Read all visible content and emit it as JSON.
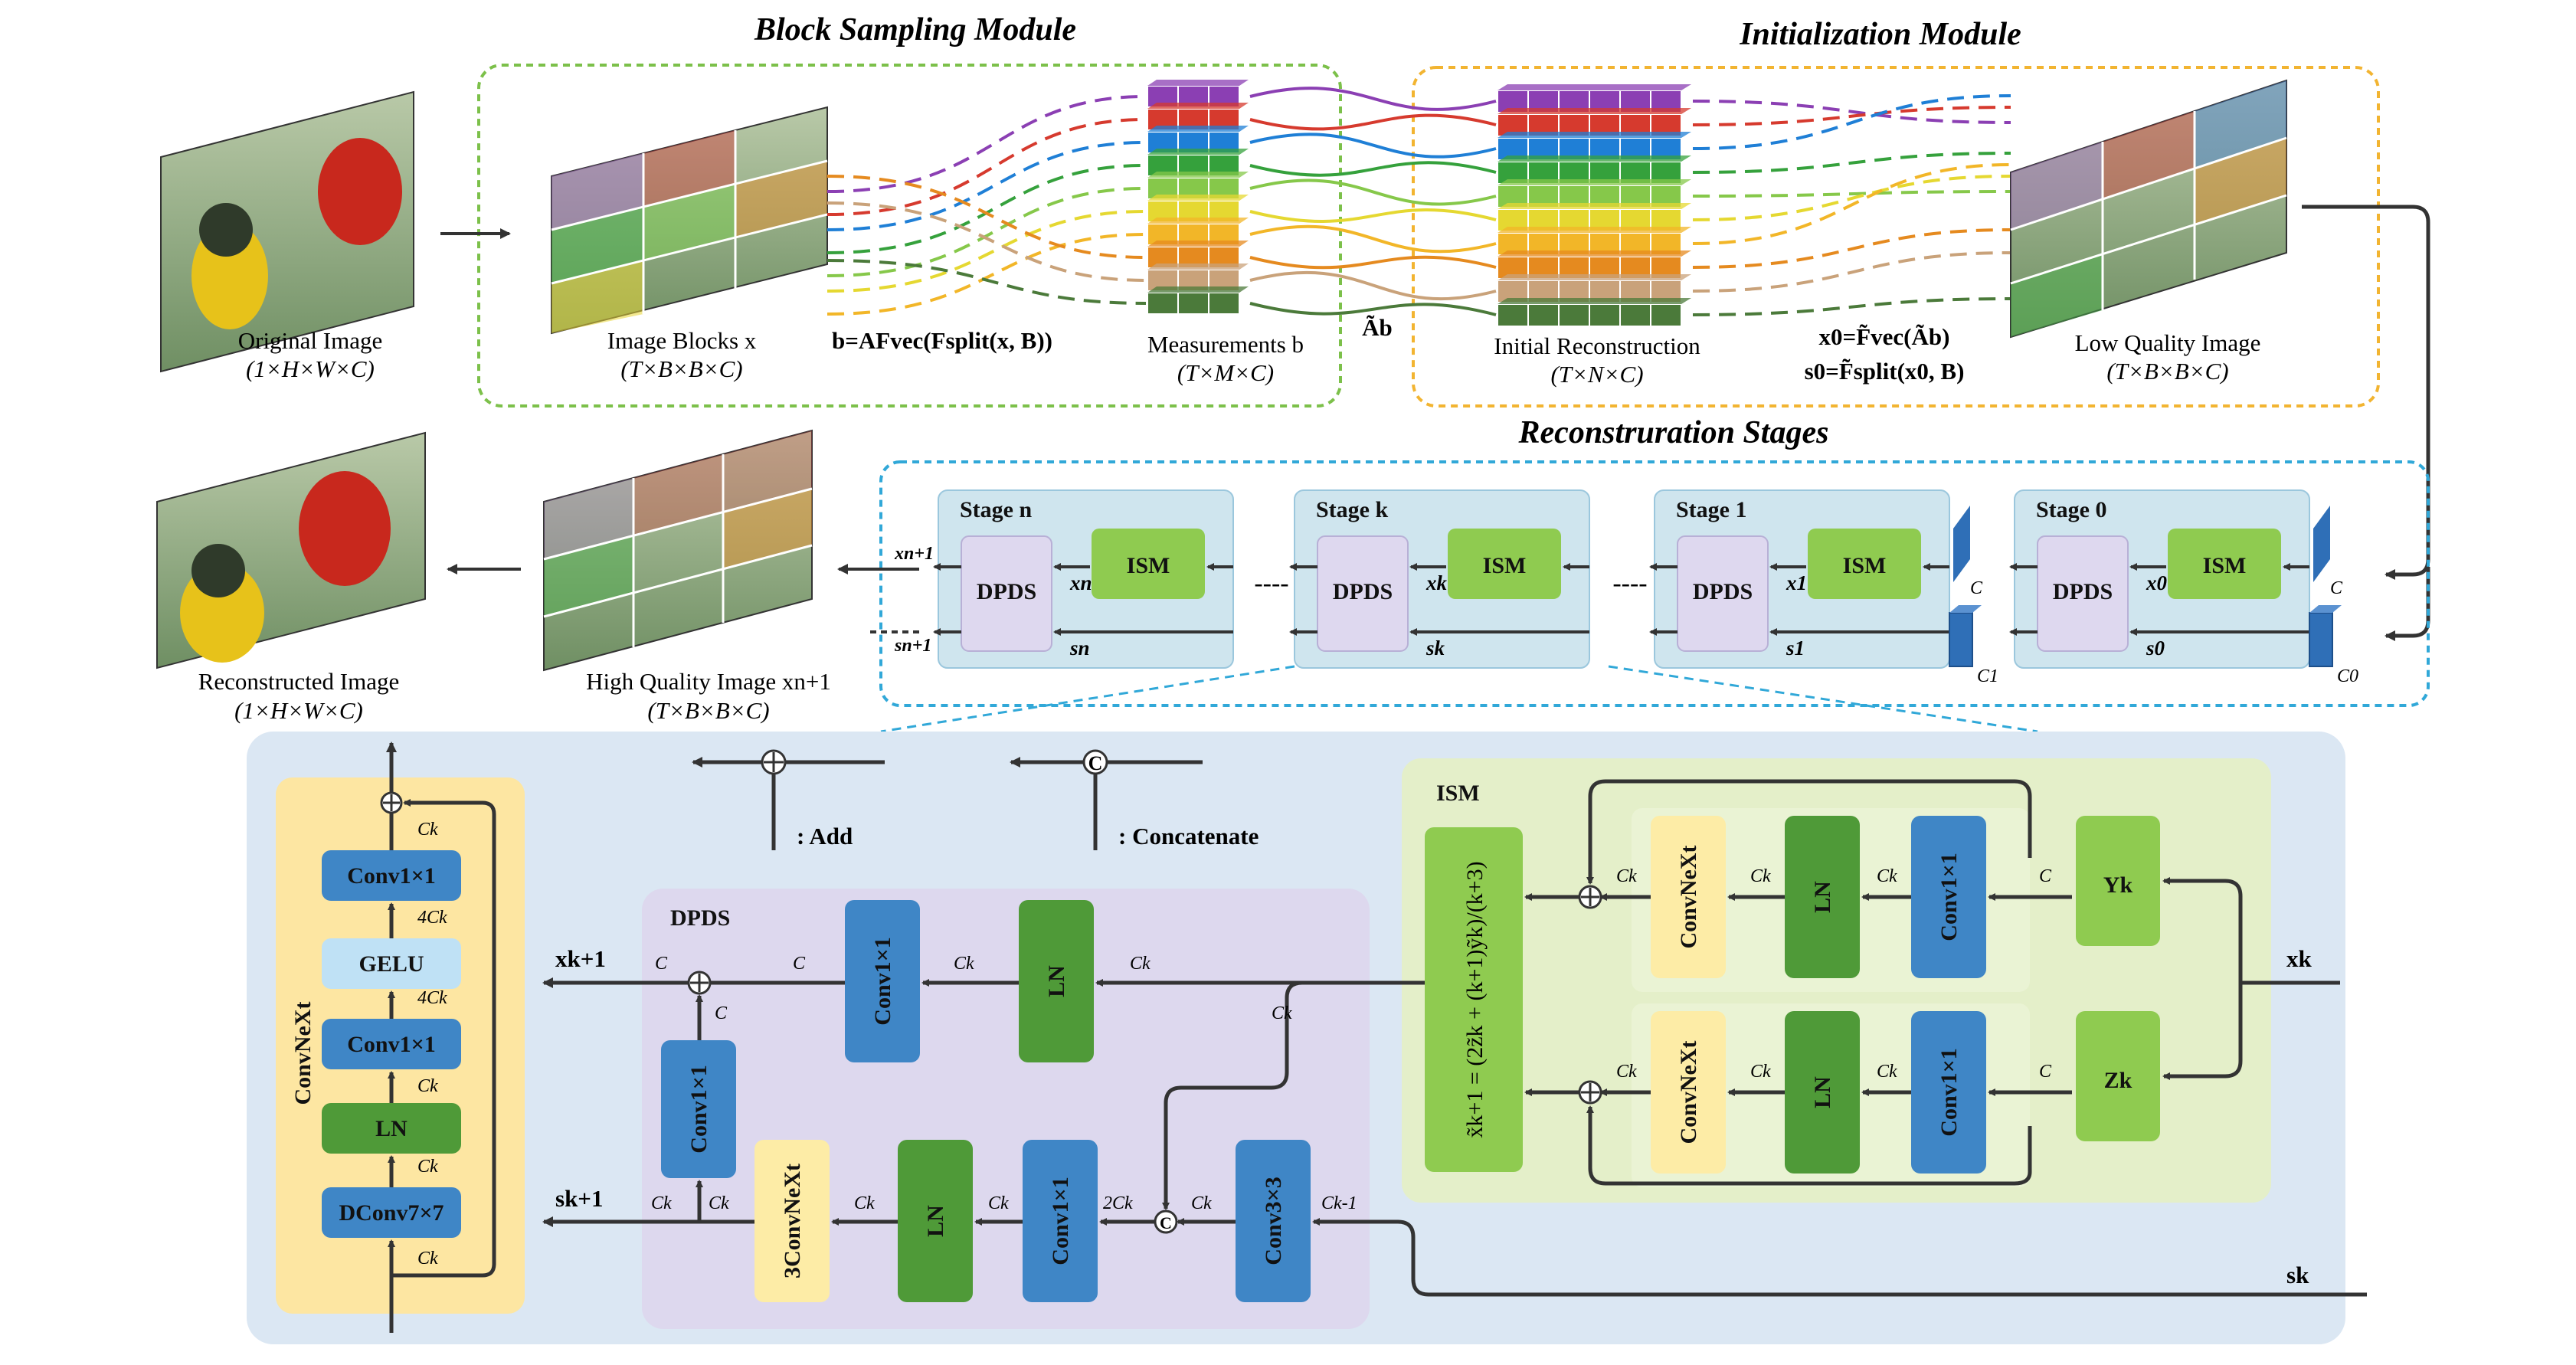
{
  "titles": {
    "block_sampling": "Block Sampling Module",
    "initialization": "Initialization Module",
    "reconstruction": "Reconstruration Stages"
  },
  "top_row": {
    "original_image": "Original Image",
    "original_dims": "(1×H×W×C)",
    "image_blocks": "Image Blocks x",
    "image_blocks_dims": "(T×B×B×C)",
    "sampling_eq": "b=AFvec(Fsplit(x, B))",
    "measurements": "Measurements b",
    "measurements_dims": "(T×M×C)",
    "ab_label": "Ãb",
    "initial_recon": "Initial Reconstruction",
    "initial_recon_dims": "(T×N×C)",
    "init_eq1": "x0=F̃vec(Ãb)",
    "init_eq2": "s0=F̃split(x0, B)",
    "low_quality": "Low Quality Image",
    "low_quality_dims": "(T×B×B×C)"
  },
  "stages": {
    "items": [
      {
        "name": "Stage n",
        "in_x": "xn",
        "in_s": "sn",
        "out_x": "xn+1",
        "out_s": "sn+1"
      },
      {
        "name": "Stage k",
        "in_x": "xk",
        "in_s": "sk"
      },
      {
        "name": "Stage 1",
        "in_x": "x1",
        "in_s": "s1"
      },
      {
        "name": "Stage 0",
        "in_x": "x0",
        "in_s": "s0"
      }
    ],
    "dpds": "DPDS",
    "ism": "ISM",
    "c_label": "C",
    "c1_label": "C1",
    "c0_label": "C0",
    "dots": "----"
  },
  "bottom_left": {
    "reconstructed": "Reconstructed Image",
    "reconstructed_dims": "(1×H×W×C)",
    "high_quality": "High Quality Image xn+1",
    "high_quality_dims": "(T×B×B×C)"
  },
  "legend": {
    "add": ": Add",
    "concat": ": Concatenate"
  },
  "convnext": {
    "title": "ConvNeXt",
    "blocks": [
      "Conv1×1",
      "GELU",
      "Conv1×1",
      "LN",
      "DConv7×7"
    ],
    "labels": [
      "Ck",
      "4Ck",
      "4Ck",
      "Ck",
      "Ck",
      "Ck"
    ]
  },
  "dpds": {
    "title": "DPDS",
    "conv_top": "Conv1×1",
    "ln_top": "LN",
    "conv_side": "Conv1×1",
    "convnext3": "3ConvNeXt",
    "ln_bottom": "LN",
    "conv_bottom": "Conv1×1",
    "conv33": "Conv3×3",
    "xk1": "xk+1",
    "sk1": "sk+1",
    "l_c1": "C",
    "l_c2": "C",
    "l_c3": "C",
    "l_ck1": "Ck",
    "l_ck2": "Ck",
    "l_ck3": "Ck",
    "l_ck4": "Ck",
    "l_ck5": "Ck",
    "l_ck6": "Ck",
    "l_ck7": "Ck",
    "l_2ck": "2Ck",
    "l_ck8": "Ck",
    "l_ckm1": "Ck-1"
  },
  "ism": {
    "title": "ISM",
    "eq": "x̃k+1 = (2z̃k + (k+1)ỹk)/(k+3)",
    "row_blocks": [
      "ConvNeXt",
      "LN",
      "Conv1×1"
    ],
    "yk": "Yk",
    "zk": "Zk",
    "xk": "xk",
    "sk": "sk",
    "l_c": "C",
    "l_ck": "Ck"
  },
  "colors": {
    "blue": "#3f86c6",
    "green": "#4f9a38",
    "light_green": "#8fcb50",
    "yellow": "#fdeca6",
    "purple": "#ded8ef",
    "panel": "#dbe7f3",
    "ism_panel": "#e4efc9",
    "convnext_panel": "#fde6a2"
  }
}
